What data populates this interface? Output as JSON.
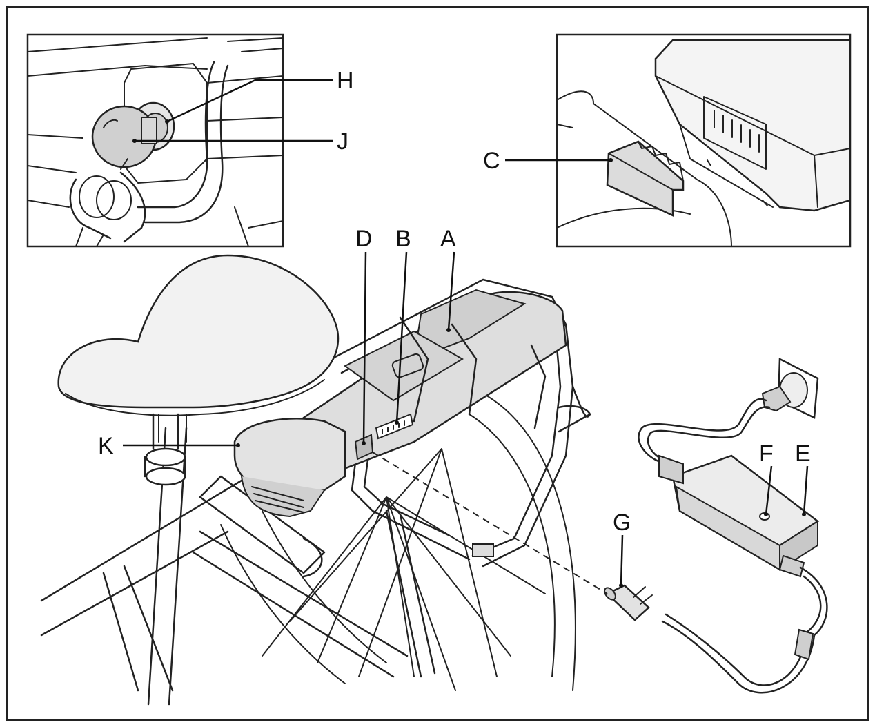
{
  "labels": {
    "a": "A",
    "b": "B",
    "c": "C",
    "d": "D",
    "e": "E",
    "f": "F",
    "g": "G",
    "h": "H",
    "j": "J",
    "k": "K"
  },
  "colors": {
    "line": "#222222",
    "battery_fill": "#dcdcdc",
    "part_fill": "#e6e6e6",
    "background": "#ffffff"
  }
}
